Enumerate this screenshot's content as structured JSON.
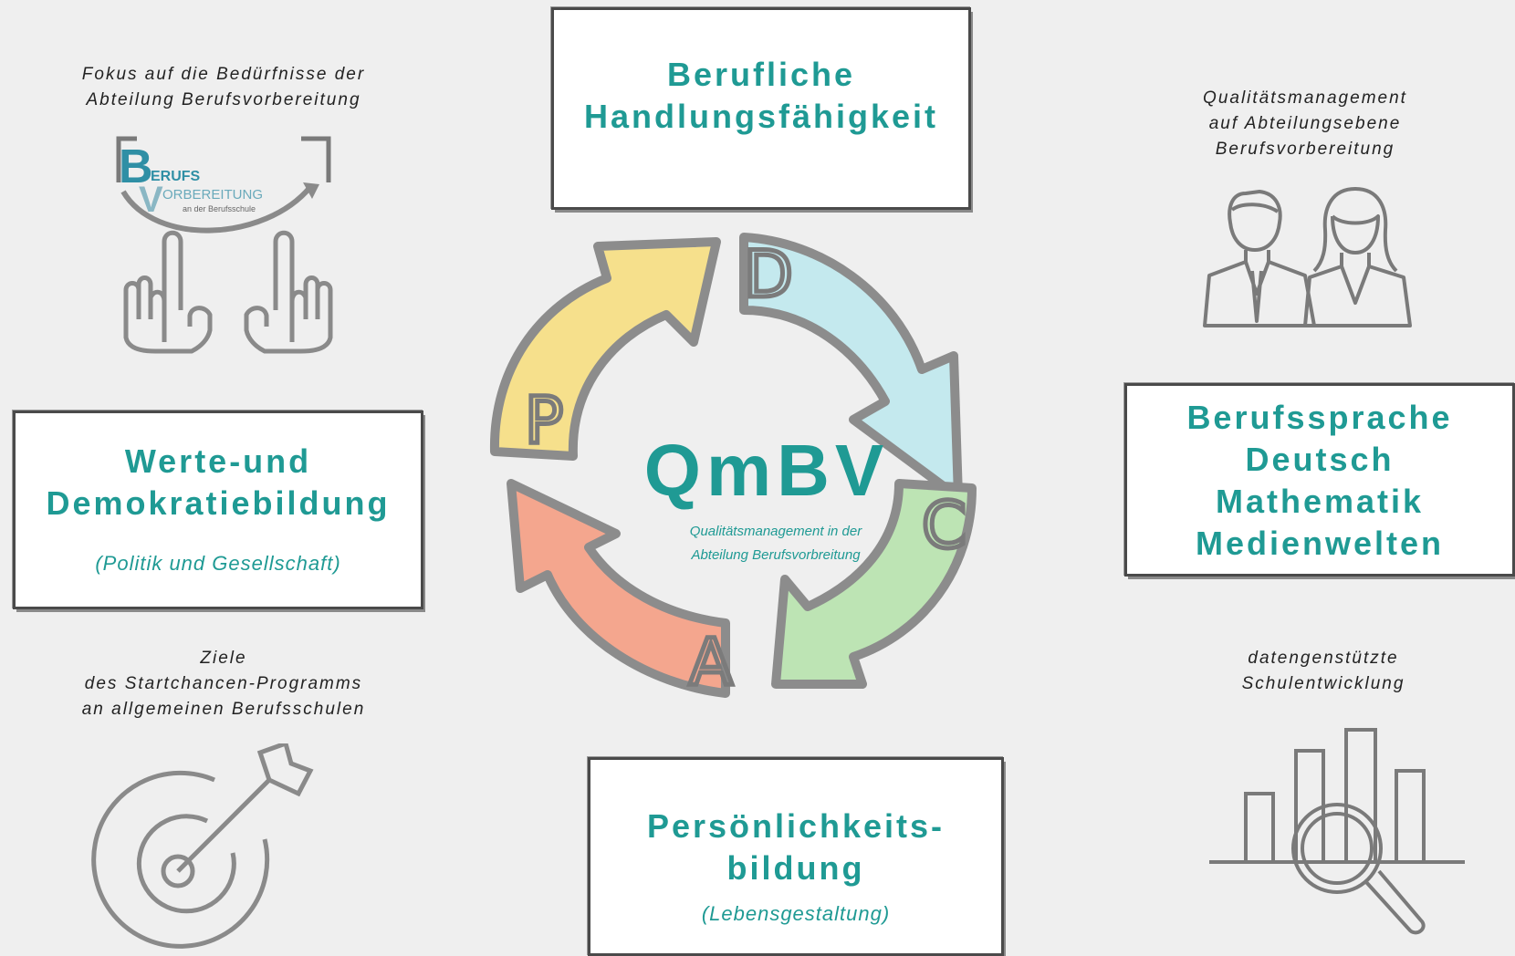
{
  "center": {
    "title": "QmBV",
    "subtitle_line1": "Qualitätsmanagement in der",
    "subtitle_line2": "Abteilung Berufsvorbreitung"
  },
  "cycle": {
    "p": "P",
    "d": "D",
    "c": "C",
    "a": "A",
    "colors": {
      "p": "#f6e08c",
      "d": "#c4e9ee",
      "c": "#bde4b4",
      "a": "#f4a68e",
      "outline": "#8c8c8c"
    }
  },
  "boxes": {
    "top": {
      "line1": "Berufliche",
      "line2": "Handlungsfähigkeit"
    },
    "left": {
      "line1": "Werte-und",
      "line2": "Demokratiebildung",
      "sub": "(Politik und Gesellschaft)"
    },
    "right": {
      "line1": "Berufssprache",
      "line2": "Deutsch",
      "line3": "Mathematik",
      "line4": "Medienwelten"
    },
    "bottom": {
      "line1": "Persönlichkeits-",
      "line2": "bildung",
      "sub": "(Lebensgestaltung)"
    }
  },
  "notes": {
    "top_left": {
      "line1": "Fokus auf die Bedürfnisse der",
      "line2": "Abteilung Berufsvorbereitung"
    },
    "top_right": {
      "line1": "Qualitätsmanagement",
      "line2": "auf Abteilungsebene",
      "line3": "Berufsvorbereitung"
    },
    "bottom_left": {
      "line1": "Ziele",
      "line2": "des Startchancen-Programms",
      "line3": "an allgemeinen Berufsschulen"
    },
    "bottom_right": {
      "line1": "datengenstützte",
      "line2": "Schulentwicklung"
    }
  },
  "logo": {
    "b": "B",
    "v": "V",
    "erufs": "ERUFS",
    "orbereitung": "ORBEREITUNG",
    "tagline": "an der Berufsschule"
  },
  "icons": {
    "top_left": "hands-framing-icon",
    "top_right": "people-icon",
    "bottom_left": "target-arrow-icon",
    "bottom_right": "bar-chart-magnifier-icon"
  },
  "accent": "#1f9a94"
}
